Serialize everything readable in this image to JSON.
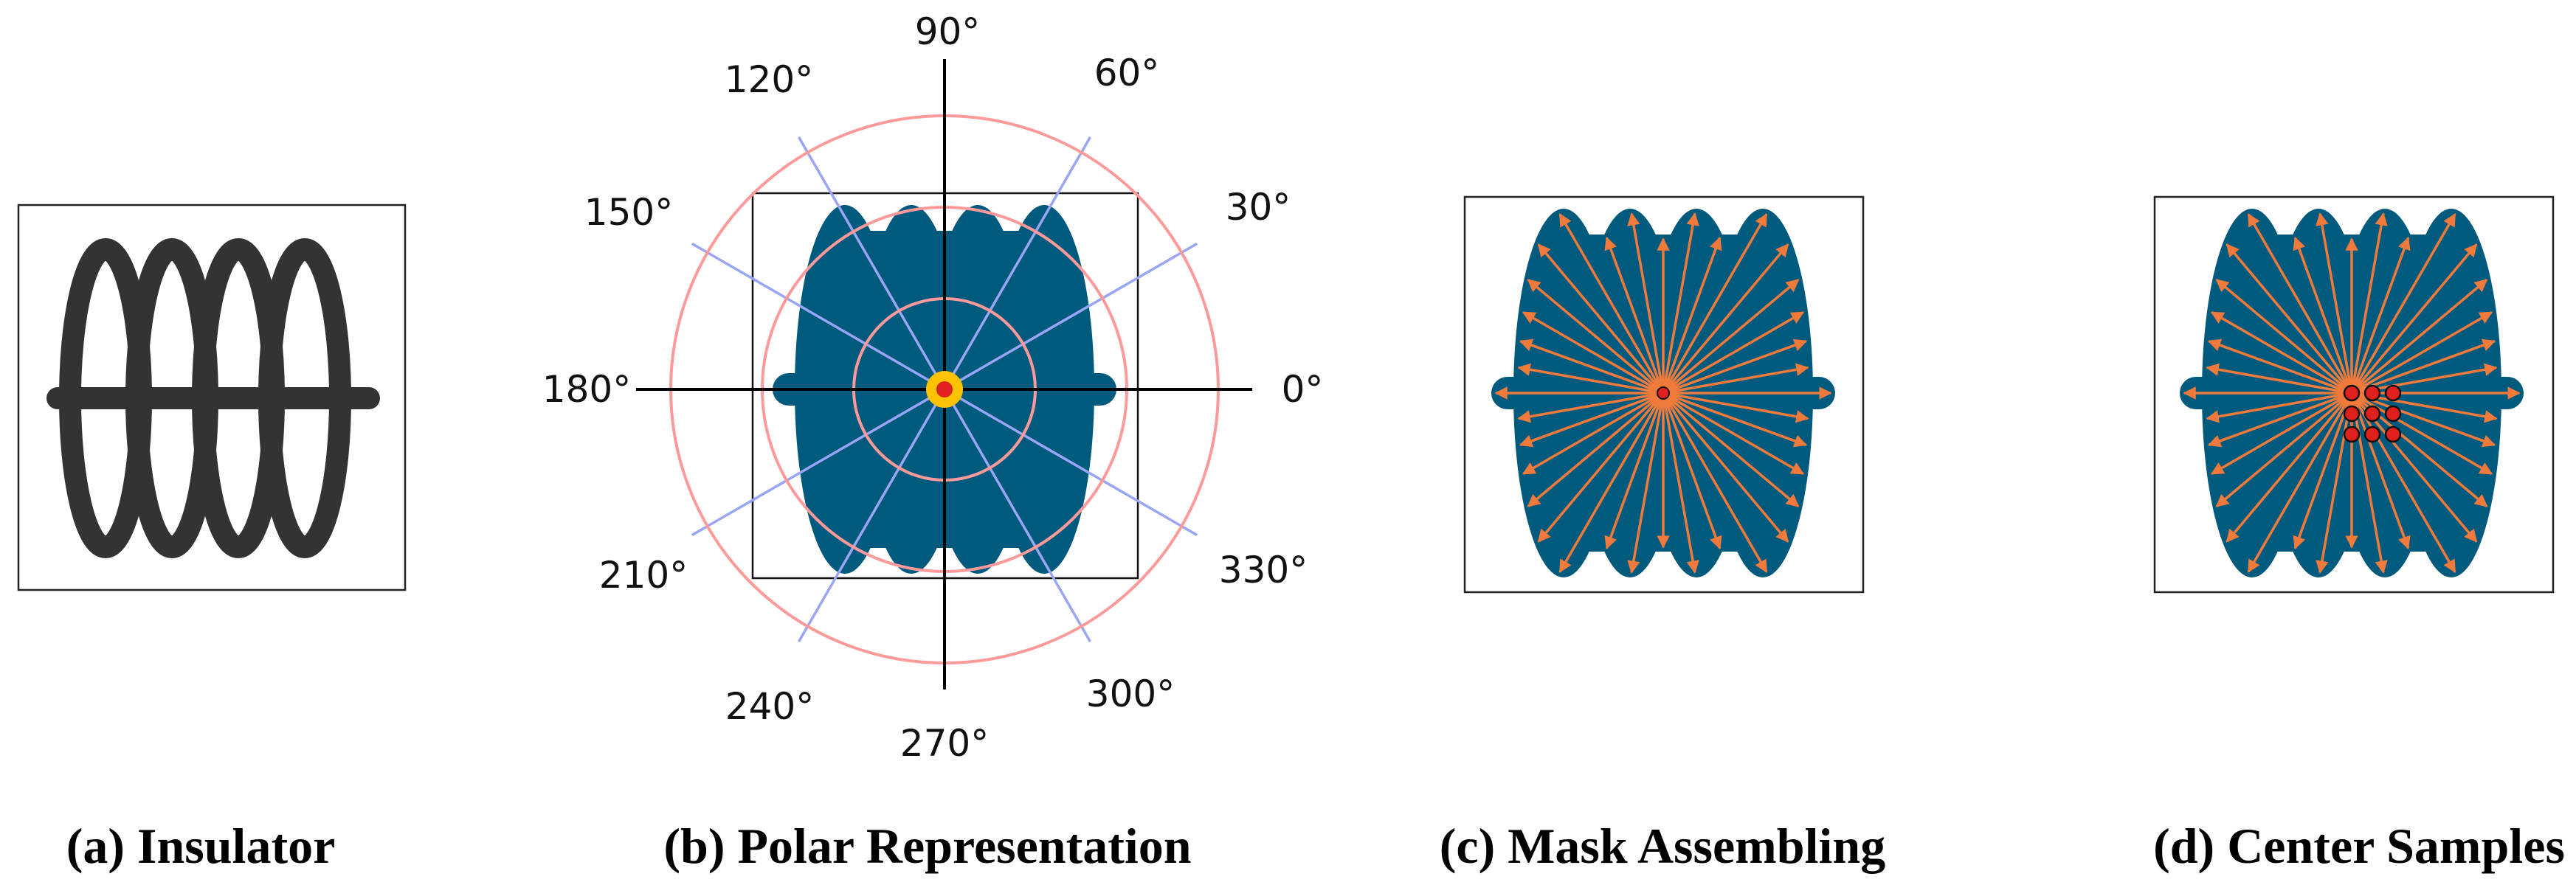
{
  "panels": [
    {
      "id": "a",
      "caption": "(a) Insulator"
    },
    {
      "id": "b",
      "caption": "(b) Polar Representation"
    },
    {
      "id": "c",
      "caption": "(c) Mask Assembling"
    },
    {
      "id": "d",
      "caption": "(d) Center Samples"
    }
  ],
  "polar": {
    "angles": [
      "0°",
      "30°",
      "60°",
      "90°",
      "120°",
      "150°",
      "180°",
      "210°",
      "240°",
      "270°",
      "300°",
      "330°"
    ]
  },
  "colors": {
    "mask": "#005a7e",
    "insulator": "#333333",
    "ray": "#ef7a3b",
    "polar_ring": "#ff9a9a",
    "polar_spoke": "#9aa6f5",
    "center_ring": "#ffc200",
    "center_point": "#e0201c"
  }
}
